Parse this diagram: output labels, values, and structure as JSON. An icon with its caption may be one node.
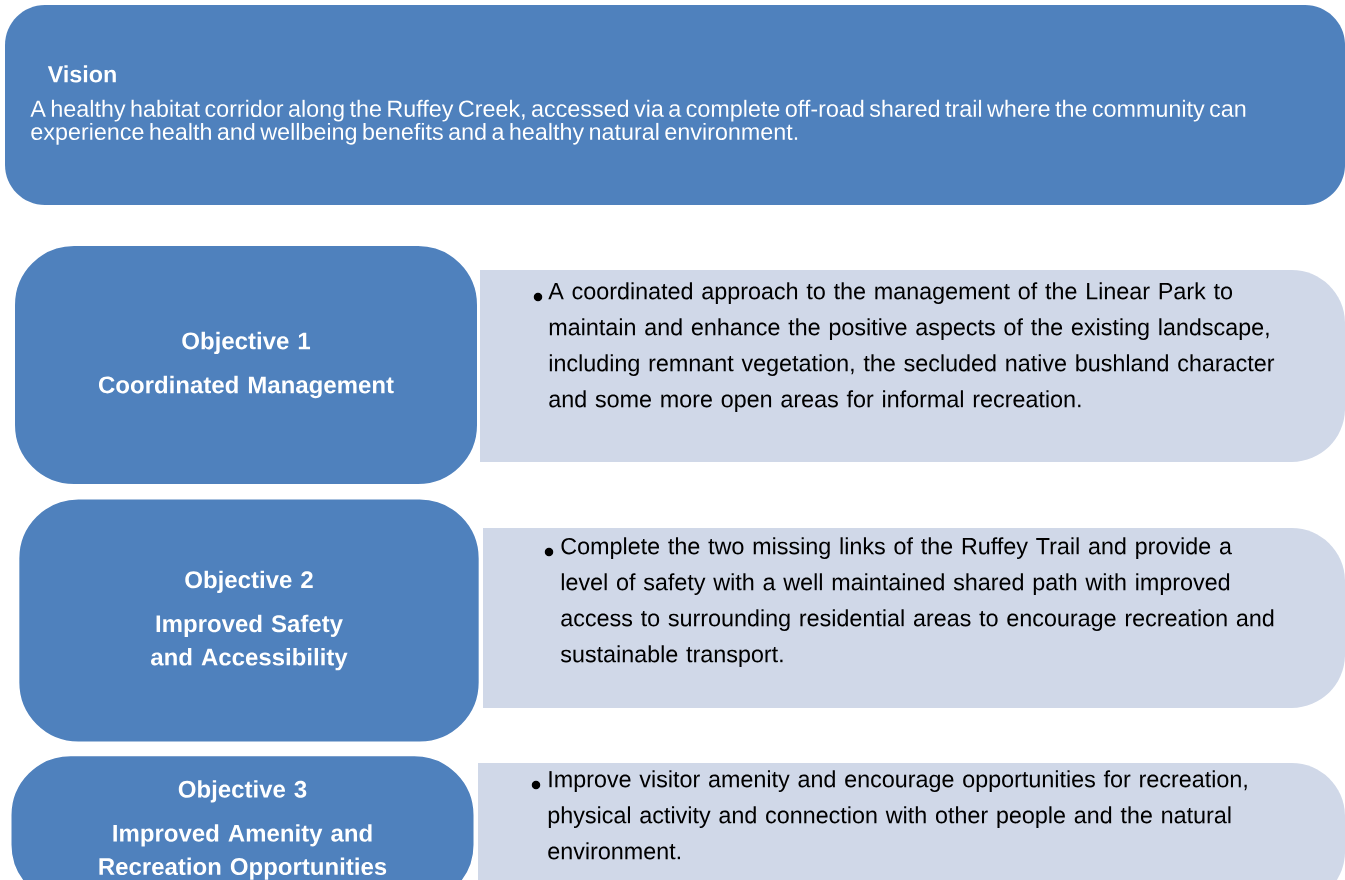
{
  "diagram": {
    "nodes": [
      {
        "text": [
          "Vision",
          "A healthy habitat corridor along the Ruffey Creek, accessed via a complete off-road shared trail where the community can experience health and wellbeing benefits and a healthy natural environment."
        ]
      },
      {
        "text": [
          "Objective 1",
          "Coordinated Management"
        ]
      },
      {
        "text": [
          "A coordinated approach to the management of the Linear Park to maintain and enhance the positive aspects of the existing landscape, including remnant vegetation, the secluded native bushland character and some more open areas for informal recreation."
        ]
      },
      {
        "text": [
          "Objective 2",
          "Improved Safety and Accessibility"
        ]
      },
      {
        "text": [
          "Complete the two missing links of the Ruffey Trail and provide a level of safety with a well maintained shared path with improved access to surrounding residential areas to encourage recreation and sustainable transport."
        ]
      },
      {
        "text": [
          "Objective 3",
          "Improved Amenity and Recreation Opportunities"
        ]
      },
      {
        "text": [
          "Improve visitor amenity and encourage opportunities for recreation, physical activity and connection with other people and the natural environment."
        ]
      }
    ]
  }
}
